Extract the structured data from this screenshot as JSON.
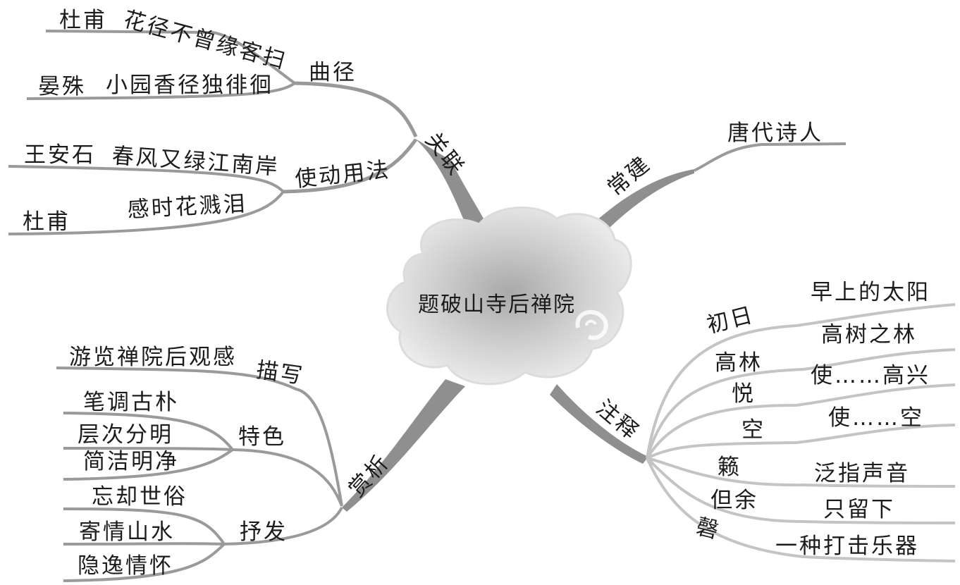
{
  "center": {
    "title": "题破山寺后禅院"
  },
  "branches": {
    "guanlian": {
      "label": "关联",
      "qujing": {
        "label": "曲径",
        "items": [
          {
            "author": "杜甫",
            "line": "花径不曾缘客扫"
          },
          {
            "author": "晏殊",
            "line": "小园香径独徘徊"
          }
        ]
      },
      "shidong": {
        "label": "使动用法",
        "items": [
          {
            "author": "王安石",
            "line": "春风又绿江南岸"
          },
          {
            "author": "杜甫",
            "line": "感时花溅泪"
          }
        ]
      }
    },
    "changjian": {
      "label": "常建",
      "detail": "唐代诗人"
    },
    "zhushi": {
      "label": "注释",
      "items": [
        {
          "term": "初日",
          "meaning": "早上的太阳"
        },
        {
          "term": "高林",
          "meaning": "高树之林"
        },
        {
          "term": "悦",
          "meaning": "使……高兴"
        },
        {
          "term": "空",
          "meaning": "使……空"
        },
        {
          "term": "籁",
          "meaning": "泛指声音"
        },
        {
          "term": "但余",
          "meaning": "只留下"
        },
        {
          "term": "磬",
          "meaning": "一种打击乐器"
        }
      ]
    },
    "shangxi": {
      "label": "赏析",
      "miaoxie": {
        "label": "描写",
        "detail": "游览禅院后观感"
      },
      "tese": {
        "label": "特色",
        "items": [
          "笔调古朴",
          "层次分明",
          "简洁明净"
        ]
      },
      "shufa": {
        "label": "抒发",
        "items": [
          "忘却世俗",
          "寄情山水",
          "隐逸情怀"
        ]
      }
    }
  },
  "colors": {
    "main_branch": "#8f8f8f",
    "sub_branch": "#a8a8a8",
    "light_branch": "#c4c4c4",
    "text": "#1c1c1c"
  }
}
